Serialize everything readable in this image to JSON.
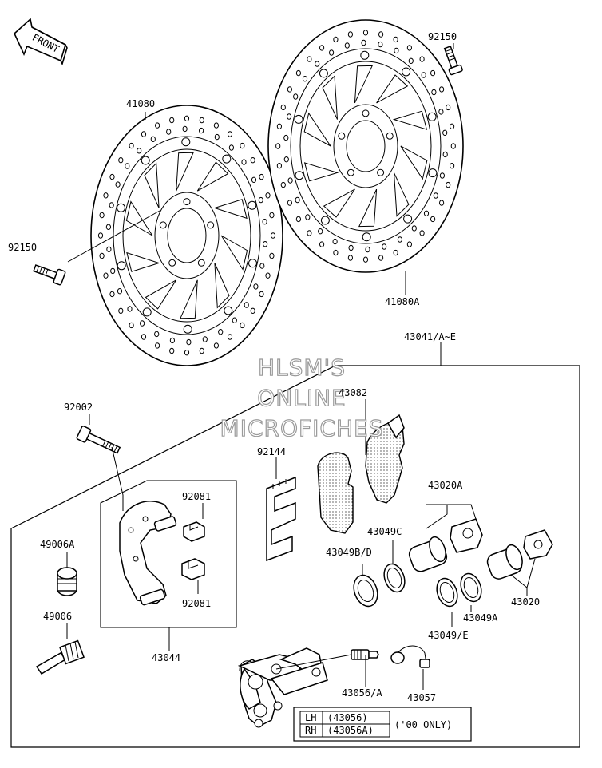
{
  "front_arrow": {
    "label": "FRONT"
  },
  "watermark": {
    "line1": "HLSM'S",
    "line2": "ONLINE",
    "line3": "MICROFICHES"
  },
  "parts": {
    "p41080": "41080",
    "p41080A": "41080A",
    "p92150_top": "92150",
    "p92150_left": "92150",
    "p43041": "43041/A~E",
    "p43082": "43082",
    "p92002": "92002",
    "p92144": "92144",
    "p92081_top": "92081",
    "p92081_bottom": "92081",
    "p43044": "43044",
    "p49006A": "49006A",
    "p49006": "49006",
    "p43020A": "43020A",
    "p43049C": "43049C",
    "p43049BD": "43049B/D",
    "p43020": "43020",
    "p43049A": "43049A",
    "p43049E": "43049/E",
    "p43056A": "43056/A",
    "p43057": "43057"
  },
  "spec_table": {
    "rows": [
      {
        "side": "LH",
        "part": "(43056)"
      },
      {
        "side": "RH",
        "part": "(43056A)"
      }
    ],
    "note": "('00 ONLY)"
  }
}
